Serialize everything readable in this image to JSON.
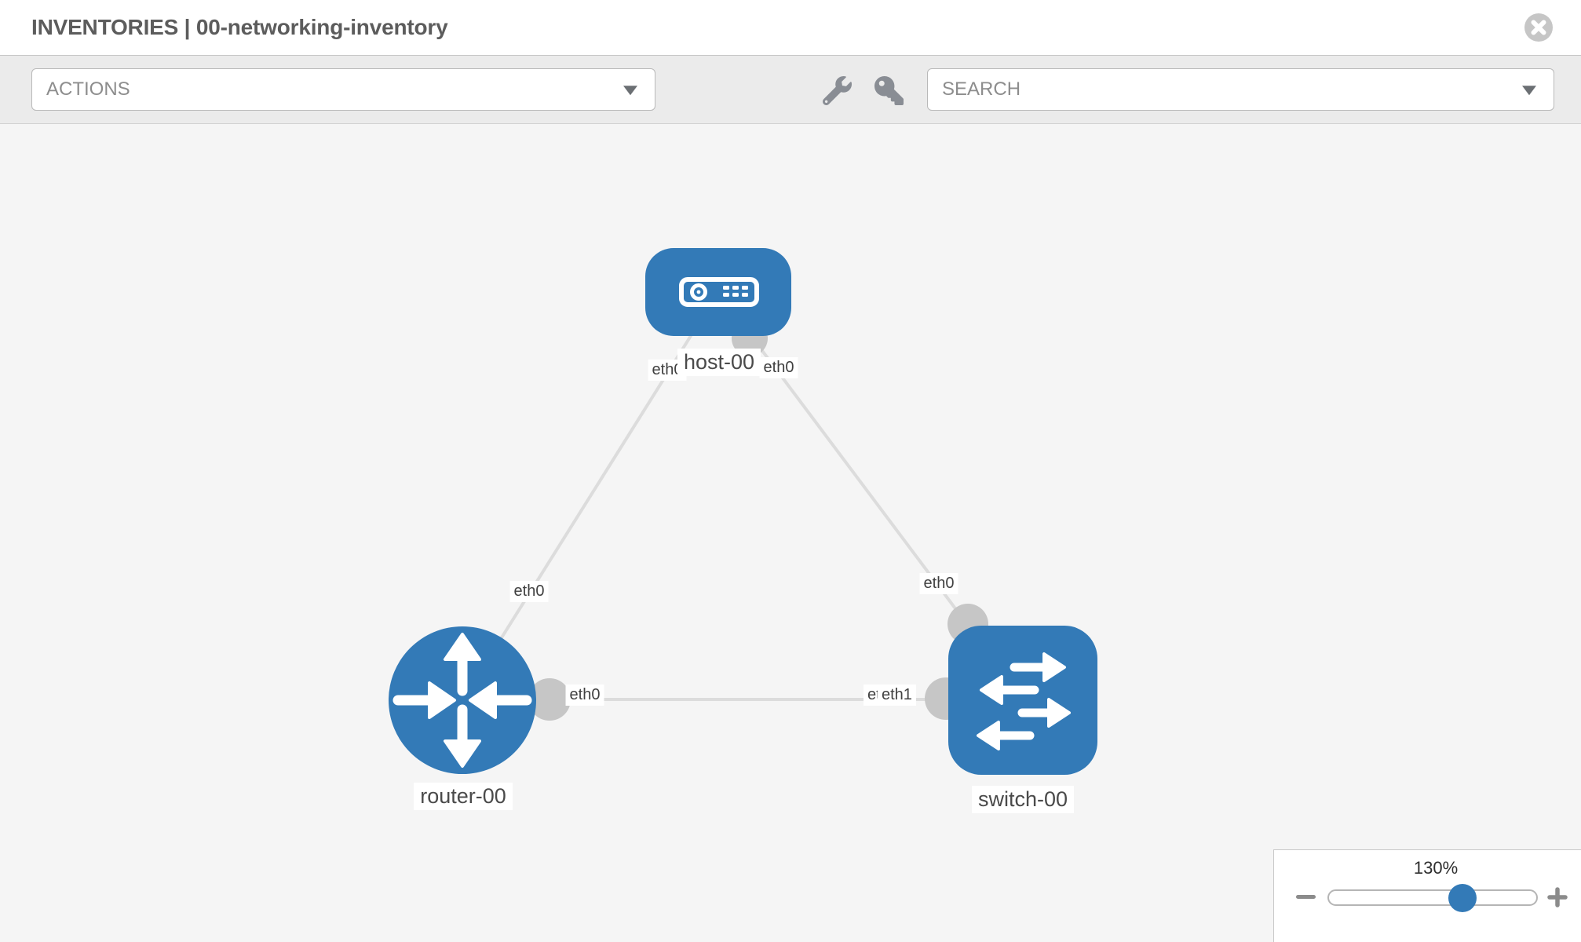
{
  "header": {
    "title": "INVENTORIES | 00-networking-inventory"
  },
  "toolbar": {
    "actions_label": "ACTIONS",
    "search_label": "SEARCH"
  },
  "topology": {
    "nodes": [
      {
        "id": "host-00",
        "label": "host-00",
        "type": "host",
        "shape": "rounded-rect"
      },
      {
        "id": "router-00",
        "label": "router-00",
        "type": "router",
        "shape": "circle"
      },
      {
        "id": "switch-00",
        "label": "switch-00",
        "type": "switch",
        "shape": "rounded-square"
      }
    ],
    "links": [
      {
        "from": "host-00",
        "to": "router-00",
        "from_iface": "eth0",
        "to_iface": "eth0"
      },
      {
        "from": "host-00",
        "to": "switch-00",
        "from_iface": "eth0",
        "to_iface": "eth0"
      },
      {
        "from": "router-00",
        "to": "switch-00",
        "from_iface": "eth0",
        "to_iface": "eth1"
      }
    ],
    "iface_labels": {
      "host_router_at_host": "eth0",
      "host_router_at_router": "eth0",
      "host_switch_at_host": "eth0",
      "host_switch_at_switch": "eth0",
      "router_switch_at_router": "eth0",
      "router_switch_at_switch_under": "eth0",
      "router_switch_at_switch": "eth1"
    }
  },
  "zoom_control": {
    "value": "130%",
    "percent": 130
  },
  "colors": {
    "node_blue": "#337ab7",
    "link_gray": "#dcdcdc",
    "anchor_gray": "#c6c6c6",
    "canvas_bg": "#f5f5f5",
    "toolbar_bg": "#ebebeb"
  }
}
